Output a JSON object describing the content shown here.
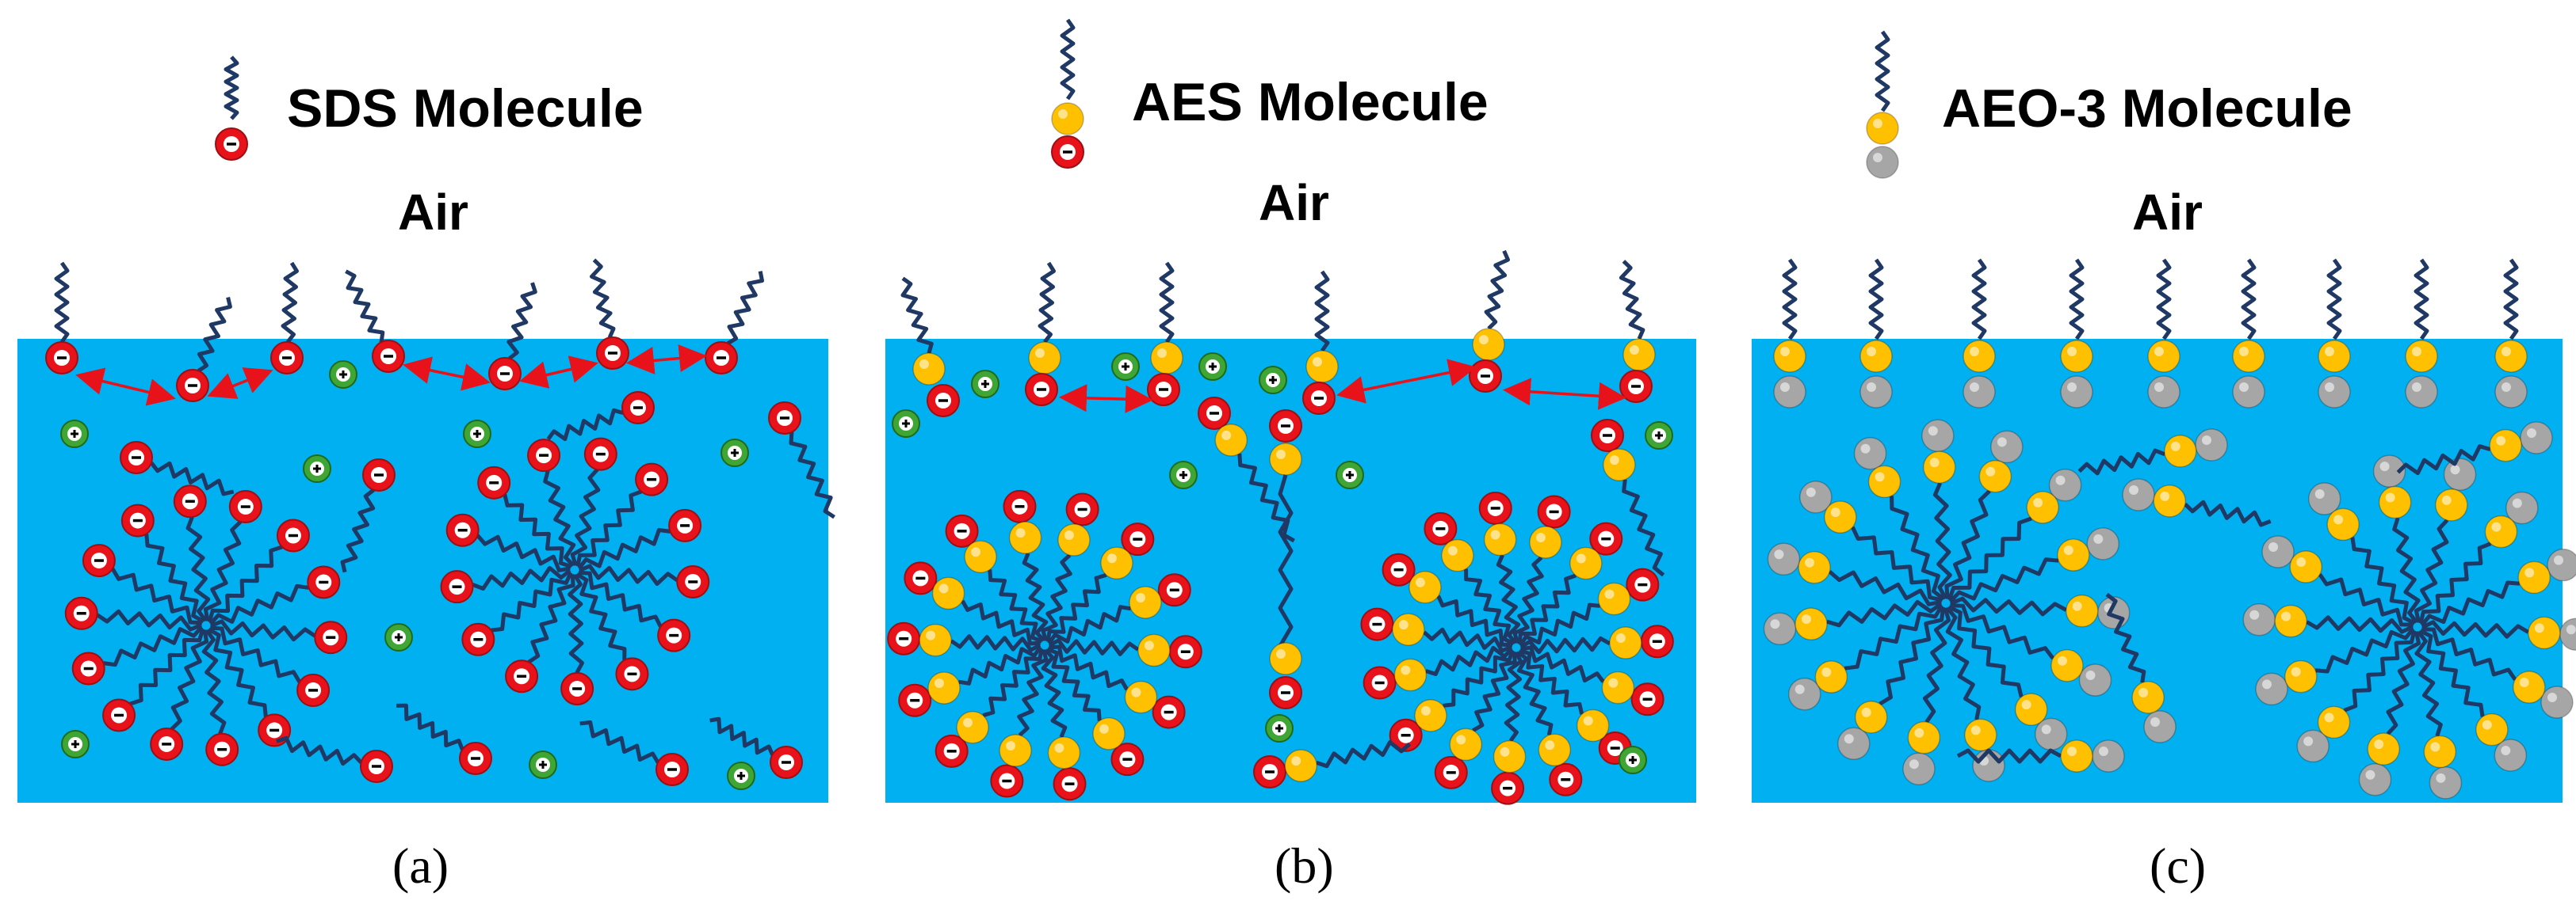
{
  "colors": {
    "water": "#00B0F0",
    "tail": "#1F3864",
    "anion_head": "#E8121A",
    "eo_group": "#FFC000",
    "terminal_group": "#A6A6A6",
    "counter_ion": "#3FA535",
    "repulsion_arrow": "#E8121A"
  },
  "panels": [
    {
      "id": "a",
      "legend_label": "SDS Molecule",
      "medium_label": "Air",
      "caption": "(a)",
      "molecule_parts": [
        "anion_head"
      ]
    },
    {
      "id": "b",
      "legend_label": "AES Molecule",
      "medium_label": "Air",
      "caption": "(b)",
      "molecule_parts": [
        "eo_group",
        "anion_head"
      ]
    },
    {
      "id": "c",
      "legend_label": "AEO-3 Molecule",
      "medium_label": "Air",
      "caption": "(c)",
      "molecule_parts": [
        "eo_group",
        "terminal_group"
      ]
    }
  ],
  "icons": [
    "anion-minus-icon",
    "cation-plus-icon",
    "repulsion-arrow-icon"
  ]
}
